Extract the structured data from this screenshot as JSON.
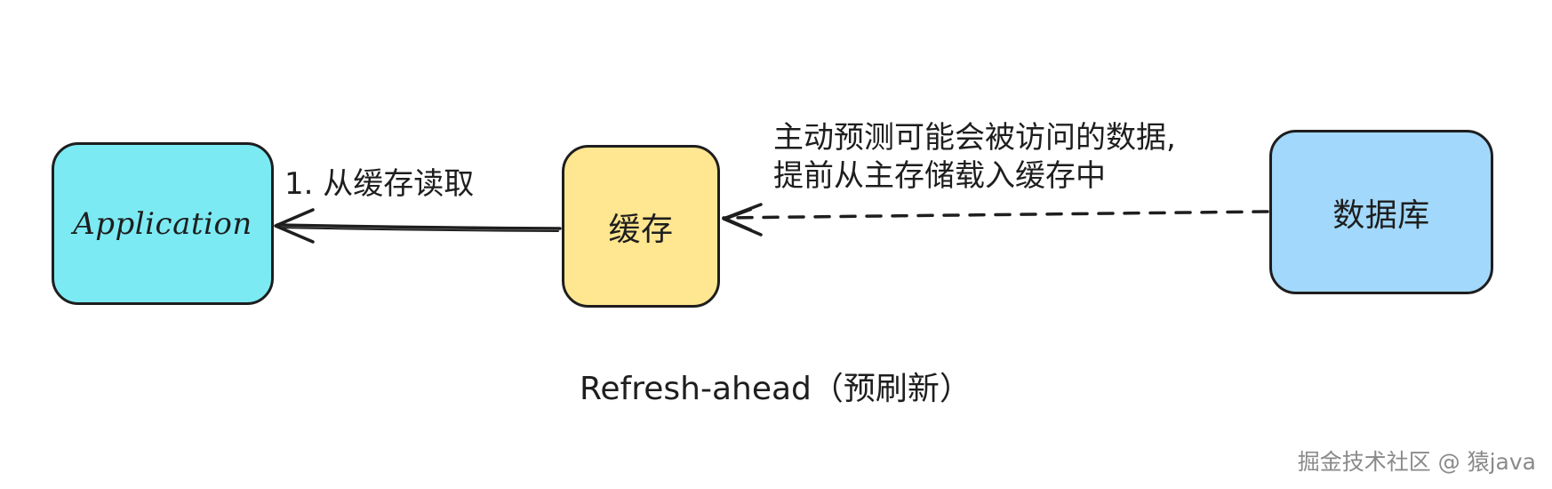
{
  "nodes": {
    "application": {
      "label": "Application",
      "fill": "#7ceaf3"
    },
    "cache": {
      "label": "缓存",
      "fill": "#ffe690"
    },
    "database": {
      "label": "数据库",
      "fill": "#a2d8fb"
    }
  },
  "edges": {
    "read": {
      "label": "1. 从缓存读取",
      "style": "solid"
    },
    "preload": {
      "label_line1": "主动预测可能会被访问的数据,",
      "label_line2": "提前从主存储载入缓存中",
      "style": "dashed"
    }
  },
  "caption": "Refresh-ahead（预刷新）",
  "watermark": "掘金技术社区 @ 猿java",
  "colors": {
    "stroke": "#1e1e1e"
  }
}
